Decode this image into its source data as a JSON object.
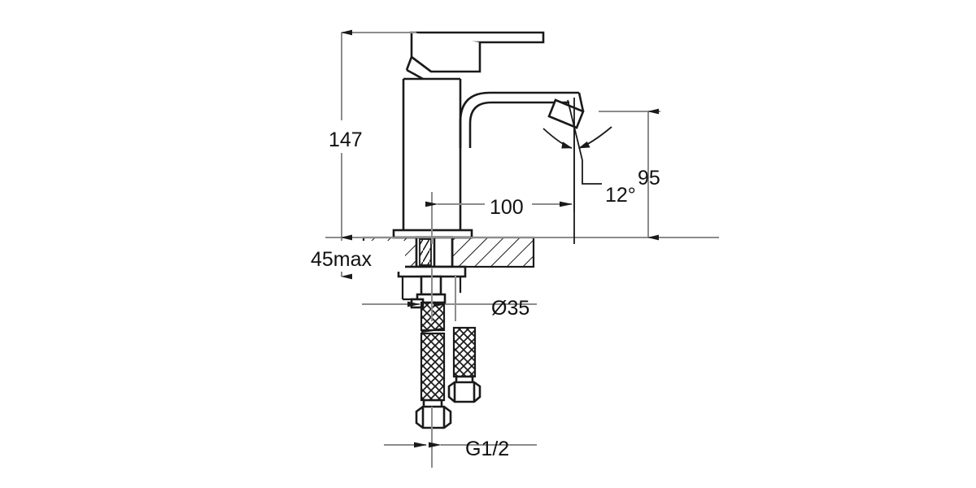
{
  "drawing": {
    "title": "Single lever basin mixer dimensional drawing",
    "units": "mm",
    "line_color": "#1a1a1a",
    "dim_line_color": "#8c8c8c",
    "text_color": "#111111",
    "background": "#ffffff"
  },
  "dimensions": {
    "overall_height": "147",
    "deck_thickness": "45max",
    "spout_reach": "100",
    "spout_height": "95",
    "aerator_angle": "12°",
    "mounting_hole": "Ø35",
    "supply_thread": "G1/2"
  },
  "labels": [
    {
      "name": "height-147",
      "text": "147"
    },
    {
      "name": "deck-45max",
      "text": "45max"
    },
    {
      "name": "reach-100",
      "text": "100"
    },
    {
      "name": "spout-height-95",
      "text": "95"
    },
    {
      "name": "angle-12",
      "text": "12°"
    },
    {
      "name": "hole-d35",
      "text": "Ø35"
    },
    {
      "name": "thread-g12",
      "text": "G1/2"
    }
  ]
}
